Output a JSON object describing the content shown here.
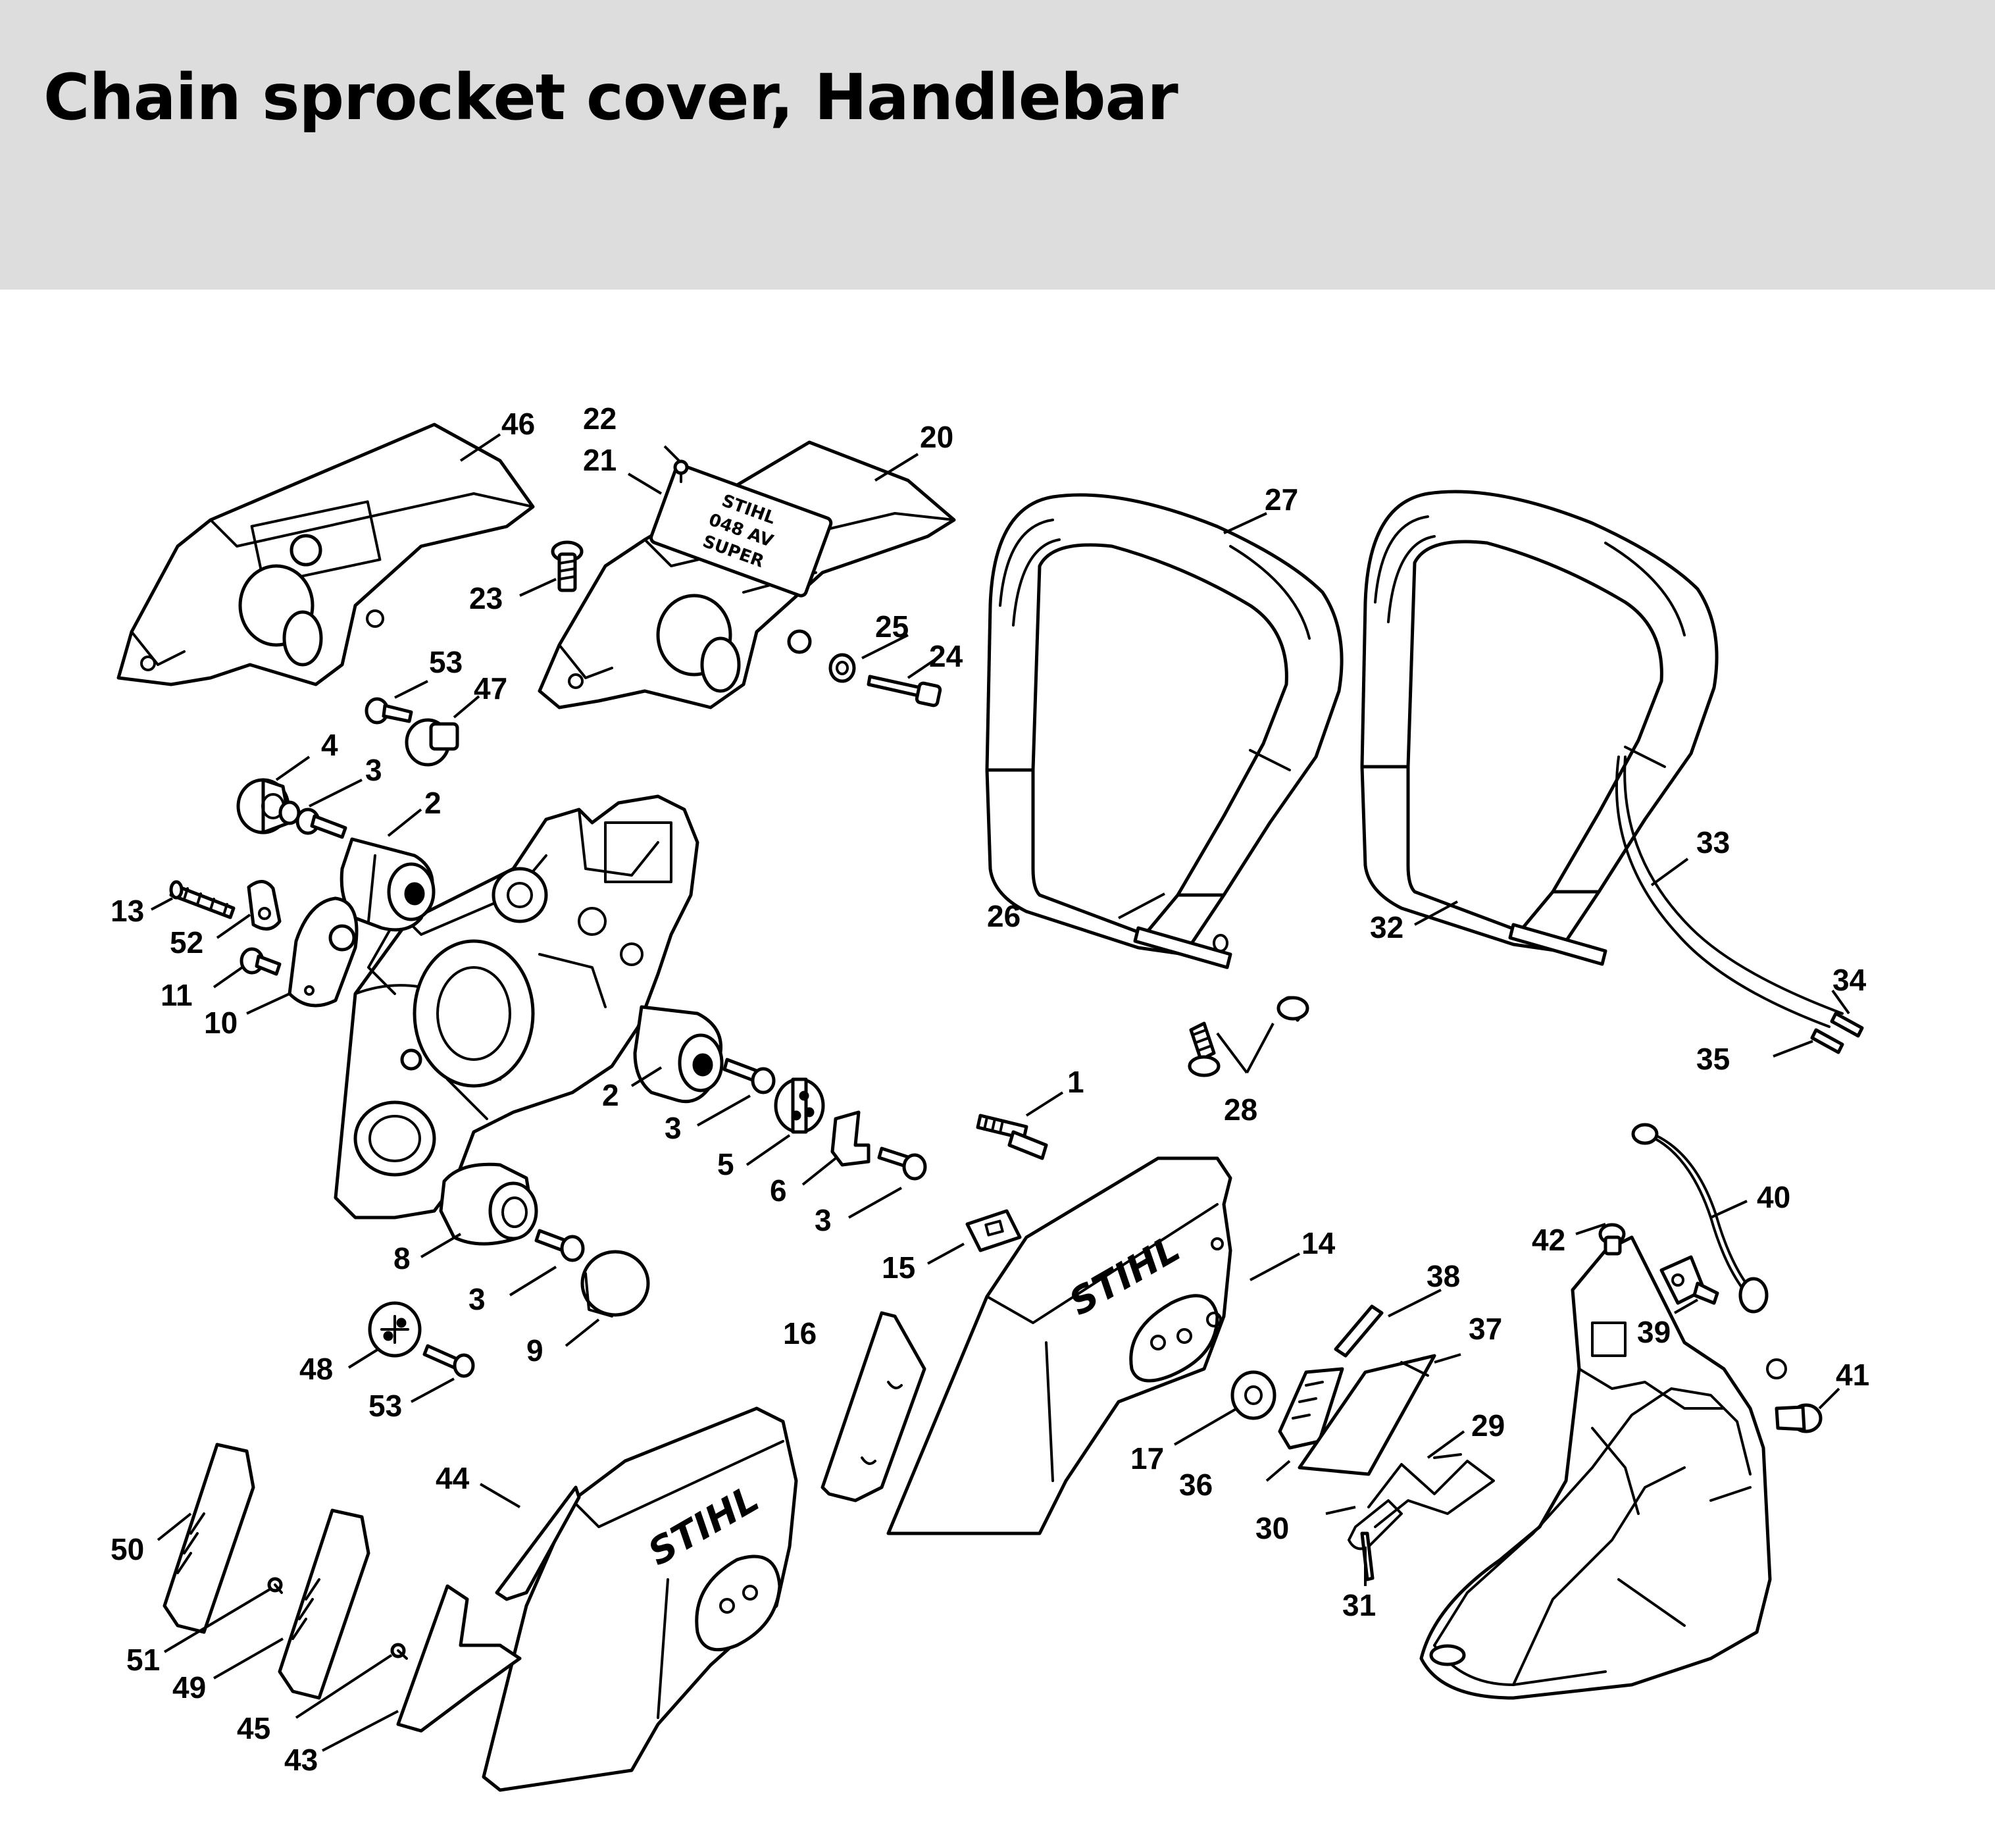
{
  "title": "Chain sprocket cover, Handlebar",
  "header_color": "#dcdddc",
  "brand_text": "STIHL",
  "name_plate_lines": [
    "STIHL",
    "048 AV",
    "SUPER"
  ],
  "callouts": {
    "c1": "1",
    "c2a": "2",
    "c2b": "2",
    "c3a": "3",
    "c3b": "3",
    "c3c": "3",
    "c3d": "3",
    "c4": "4",
    "c5": "5",
    "c6": "6",
    "c8": "8",
    "c9": "9",
    "c10": "10",
    "c11": "11",
    "c13": "13",
    "c14": "14",
    "c15": "15",
    "c16": "16",
    "c17": "17",
    "c20": "20",
    "c21": "21",
    "c22": "22",
    "c23": "23",
    "c24": "24",
    "c25": "25",
    "c26": "26",
    "c27": "27",
    "c28": "28",
    "c29": "29",
    "c30": "30",
    "c31": "31",
    "c32": "32",
    "c33": "33",
    "c34": "34",
    "c35": "35",
    "c36": "36",
    "c37": "37",
    "c38": "38",
    "c39": "39",
    "c40": "40",
    "c41": "41",
    "c42": "42",
    "c43": "43",
    "c44": "44",
    "c45": "45",
    "c46": "46",
    "c47": "47",
    "c48": "48",
    "c49": "49",
    "c50": "50",
    "c51": "51",
    "c52": "52",
    "c53a": "53",
    "c53b": "53"
  }
}
